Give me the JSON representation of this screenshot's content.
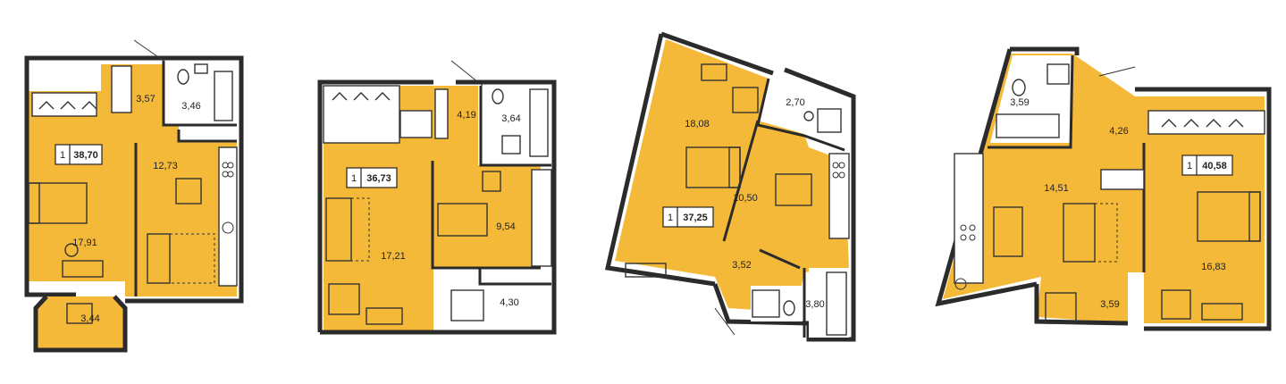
{
  "plans": [
    {
      "rooms_label": "1",
      "total_area": "38,70",
      "areas": [
        "3,57",
        "3,46",
        "12,73",
        "17,91",
        "3,44"
      ]
    },
    {
      "rooms_label": "1",
      "total_area": "36,73",
      "areas": [
        "4,19",
        "3,64",
        "17,21",
        "9,54",
        "4,30"
      ]
    },
    {
      "rooms_label": "1",
      "total_area": "37,25",
      "areas": [
        "18,08",
        "2,70",
        "10,50",
        "3,52",
        "3,80"
      ]
    },
    {
      "rooms_label": "1",
      "total_area": "40,58",
      "areas": [
        "3,59",
        "4,26",
        "14,51",
        "16,83",
        "3,59"
      ]
    }
  ]
}
